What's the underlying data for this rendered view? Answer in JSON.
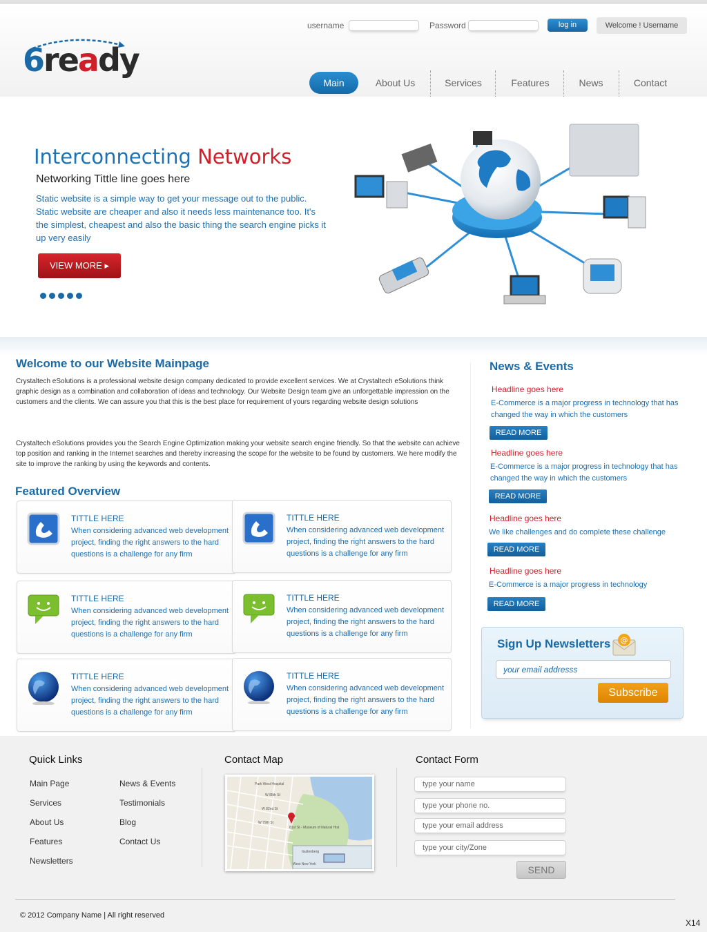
{
  "brand": {
    "logo_text_six": "6",
    "logo_text_re": "re",
    "logo_text_a": "a",
    "logo_text_dy": "dy"
  },
  "login": {
    "username_label": "username",
    "password_label": "Password",
    "username_value": "",
    "password_value": "",
    "login_button": "log in",
    "welcome_text": "Welcome !  Username"
  },
  "nav": {
    "items": [
      "Main",
      "About Us",
      "Services",
      "Features",
      "News",
      "Contact"
    ],
    "active_index": 0
  },
  "hero": {
    "title_part1": "Interconnecting",
    "title_part2": "Networks",
    "subtitle": "Networking Tittle line goes here",
    "text": "Static website is a simple way to get your message out to the public. Static website are cheaper and also it needs less maintenance too. It's the simplest, cheapest and also the basic thing the search engine picks it up very easily",
    "button": "VIEW MORE",
    "slide_count": 5
  },
  "welcome": {
    "title": "Welcome to our Website Mainpage",
    "para1": "Crystaltech eSolutions is a professional website design company dedicated to provide excellent services. We at Crystaltech eSolutions think graphic design as a combination and collaboration of ideas and technology. Our Website Design team give an unforgettable impression on the customers and the clients. We can assure you that this is the best place for requirement of yours regarding website design solutions",
    "para2": "Crystaltech eSolutions provides you the Search Engine Optimization making your website search engine friendly. So that the website can achieve top position and ranking in the Internet searches and thereby increasing the scope for the website to be found by customers. We here modify the site to improve the ranking by using the keywords and contents."
  },
  "featured": {
    "title": "Featured Overview",
    "cards": [
      {
        "icon": "phone-icon",
        "title": "TITTLE HERE",
        "text": "When considering advanced web development project, finding the right answers to the hard questions is a challenge for any firm"
      },
      {
        "icon": "phone-icon",
        "title": "TITTLE HERE",
        "text": "When considering advanced web development project, finding the right answers to the hard questions is a challenge for any firm"
      },
      {
        "icon": "chat-icon",
        "title": "TITTLE HERE",
        "text": "When considering advanced web development project, finding the right answers to the hard questions is a challenge for any firm"
      },
      {
        "icon": "chat-icon",
        "title": "TITTLE HERE",
        "text": "When considering advanced web development project, finding the right answers to the hard questions is a challenge for any firm"
      },
      {
        "icon": "globe-icon",
        "title": "TITTLE HERE",
        "text": "When considering advanced web development project, finding the right answers to the hard questions is a challenge for any firm"
      },
      {
        "icon": "globe-icon",
        "title": "TITTLE HERE",
        "text": "When considering advanced web development project, finding the right answers to the hard questions is a challenge for any firm"
      }
    ]
  },
  "news": {
    "title": "News & Events",
    "items": [
      {
        "headline": "Headline goes here",
        "text": "E-Commerce is a major progress in technology that has changed the way in which the customers",
        "button": "READ MORE"
      },
      {
        "headline": "Headline goes here",
        "text": "E-Commerce is a major progress in technology that has changed the way in which the customers",
        "button": "READ MORE"
      },
      {
        "headline": "Headline goes here",
        "text": "We like challenges and do complete these challenge",
        "button": "READ MORE"
      },
      {
        "headline": "Headline goes here",
        "text": "E-Commerce is a major progress in technology",
        "button": "READ MORE"
      }
    ]
  },
  "newsletter": {
    "title": "Sign Up Newsletters",
    "placeholder": "your email addresss",
    "button": "Subscribe"
  },
  "footer": {
    "quick_links_title": "Quick Links",
    "links_col1": [
      "Main Page",
      "Services",
      "About Us",
      "Features",
      "Newsletters"
    ],
    "links_col2": [
      "News & Events",
      "Testimonials",
      "Blog",
      "Contact Us"
    ],
    "map_title": "Contact Map",
    "map_labels": [
      "Park West Hospital",
      "81st St - Museum of Natural Hist",
      "West New York",
      "Guttenberg",
      "W 85th St",
      "W 82nd St",
      "W 79th St"
    ],
    "form_title": "Contact Form",
    "form_placeholders": [
      "type your name",
      "type your phone no.",
      "type your email address",
      "type your city/Zone"
    ],
    "send_button": "SEND",
    "copyright": "© 2012 Company Name  |  All right reserved",
    "tag": "X14"
  },
  "colors": {
    "brand_blue": "#1b6aa6",
    "brand_red": "#d11f2a",
    "subscribe_orange": "#f2a21a"
  }
}
